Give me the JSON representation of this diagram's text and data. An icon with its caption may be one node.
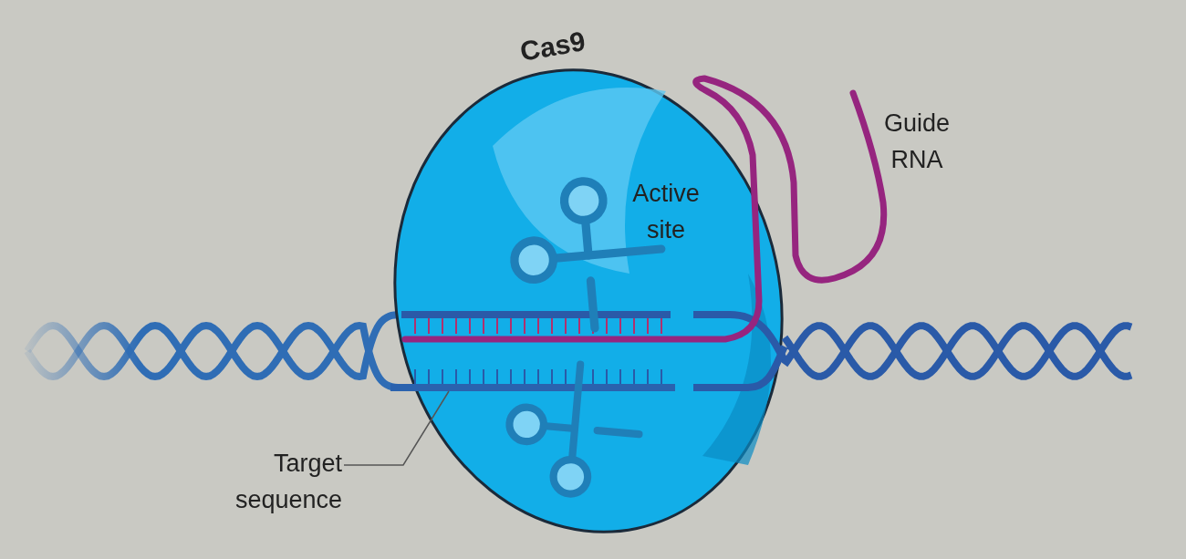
{
  "diagram": {
    "nodes": [
      {
        "text": [
          "Cas9"
        ]
      },
      {
        "text": [
          "Target sequence"
        ]
      },
      {
        "text": [],
        "shape": "bar",
        "in": 0
      }
    ],
    "edges": [
      {
        "from": 1,
        "to": 2,
        "arrow": "none"
      }
    ],
    "labels": [
      "Active site",
      "Guide RNA"
    ]
  }
}
